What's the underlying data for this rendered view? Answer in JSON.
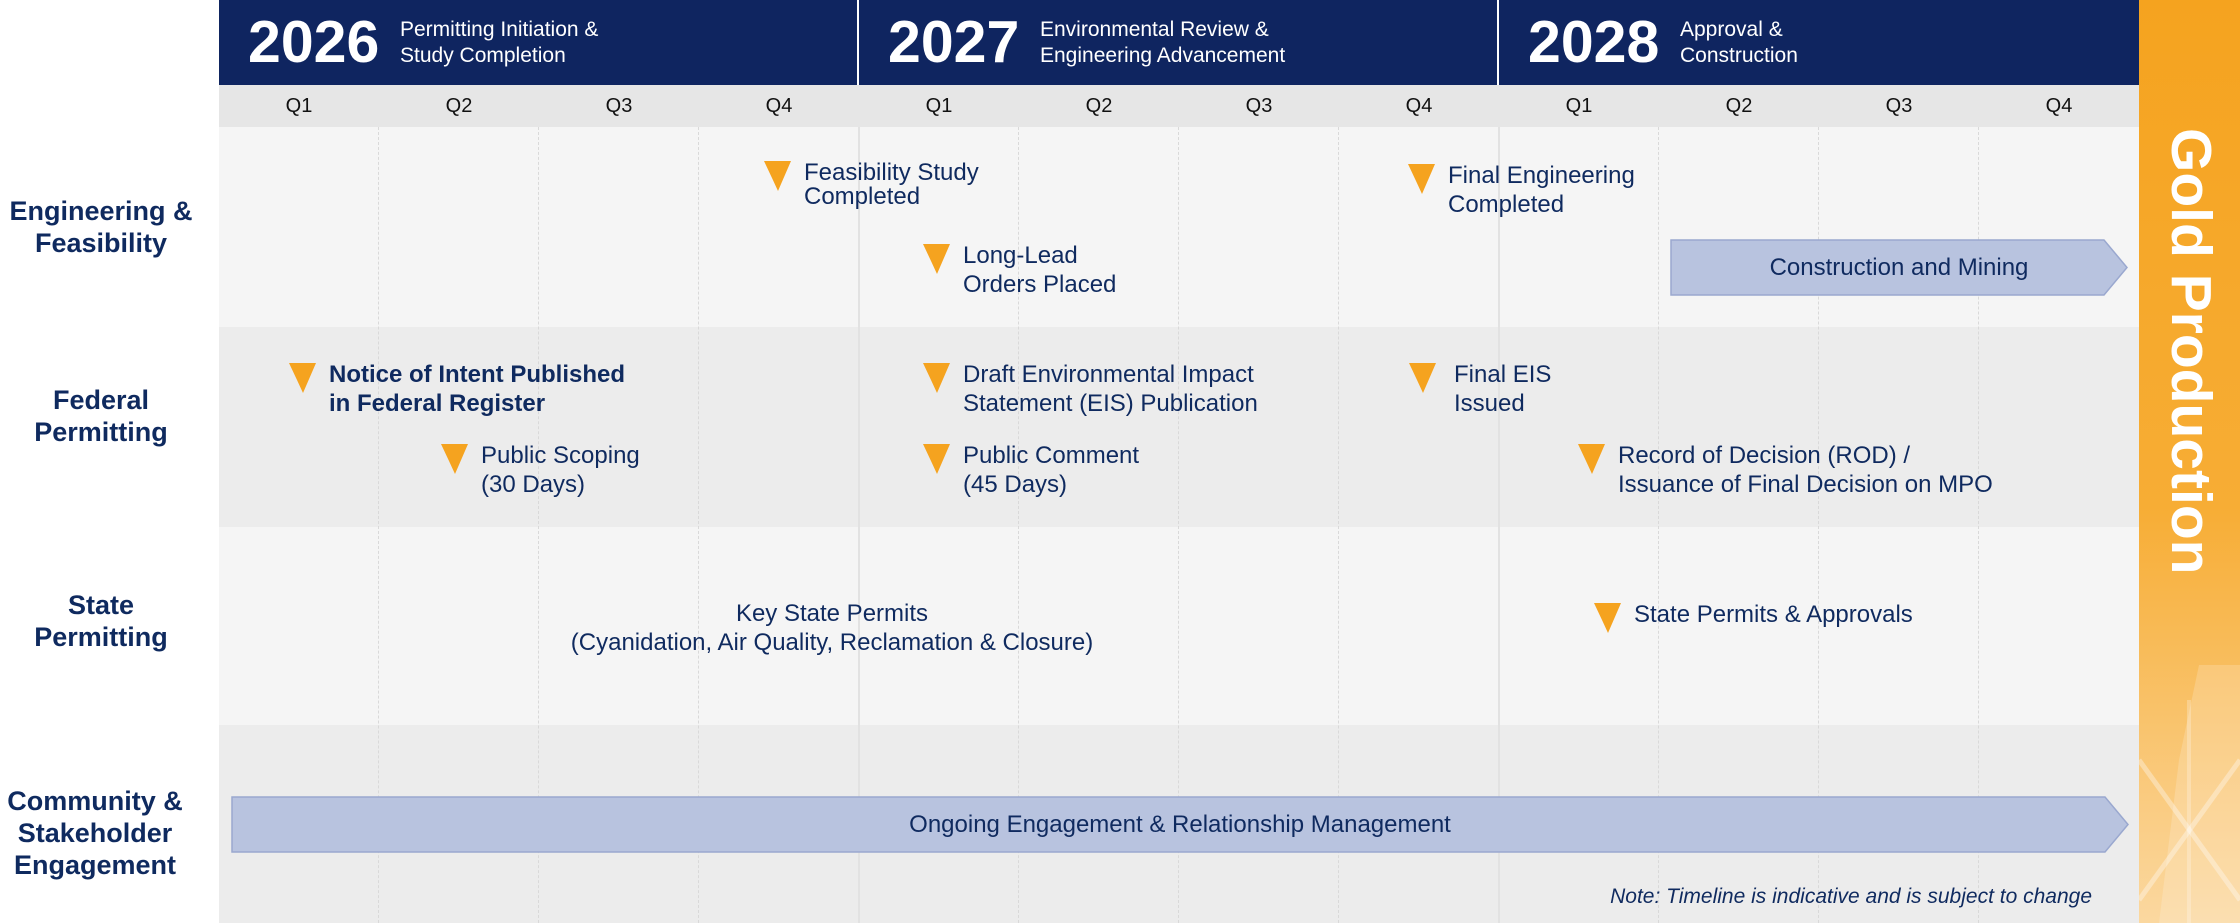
{
  "years": [
    {
      "year": "2026",
      "subtitle_line1": "Permitting Initiation &",
      "subtitle_line2": "Study Completion"
    },
    {
      "year": "2027",
      "subtitle_line1": "Environmental Review &",
      "subtitle_line2": "Engineering Advancement"
    },
    {
      "year": "2028",
      "subtitle_line1": "Approval &",
      "subtitle_line2": "Construction"
    }
  ],
  "quarters": [
    "Q1",
    "Q2",
    "Q3",
    "Q4",
    "Q1",
    "Q2",
    "Q3",
    "Q4",
    "Q1",
    "Q2",
    "Q3",
    "Q4"
  ],
  "rows": [
    {
      "line1": "Engineering &",
      "line2": "Feasibility",
      "line3": ""
    },
    {
      "line1": "Federal",
      "line2": "Permitting",
      "line3": ""
    },
    {
      "line1": "State",
      "line2": "Permitting",
      "line3": ""
    },
    {
      "line1": "Community &",
      "line2": "Stakeholder",
      "line3": "Engagement"
    }
  ],
  "engineering": {
    "feasibility": {
      "line1": "Feasibility Study",
      "line2": "Completed"
    },
    "final_engineering": {
      "line1": "Final Engineering",
      "line2": "Completed"
    },
    "long_lead": {
      "line1": "Long-Lead",
      "line2": "Orders Placed"
    },
    "construction_bar": "Construction and Mining"
  },
  "federal": {
    "noi": {
      "line1": "Notice of Intent Published",
      "line2": "in Federal Register"
    },
    "draft_eis": {
      "line1": "Draft Environmental Impact",
      "line2": "Statement (EIS) Publication"
    },
    "final_eis": {
      "line1": "Final EIS",
      "line2": "Issued"
    },
    "scoping": {
      "line1": "Public Scoping",
      "line2": "(30 Days)"
    },
    "comment": {
      "line1": "Public Comment",
      "line2": "(45 Days)"
    },
    "rod": {
      "line1": "Record of Decision (ROD) /",
      "line2": "Issuance of Final Decision on MPO"
    }
  },
  "state": {
    "key_permits": {
      "line1": "Key State Permits",
      "line2": "(Cyanidation, Air Quality, Reclamation & Closure)"
    },
    "approvals": "State Permits & Approvals"
  },
  "community": {
    "engagement_bar": "Ongoing Engagement & Relationship Management"
  },
  "gold_production": "Gold Production",
  "note": "Note: Timeline is indicative and is subject to change",
  "colors": {
    "header_navy": "#0f2560",
    "milestone_orange": "#f5a31f",
    "bar_fill": "#b8c3df",
    "text_navy": "#0f2a5f"
  }
}
